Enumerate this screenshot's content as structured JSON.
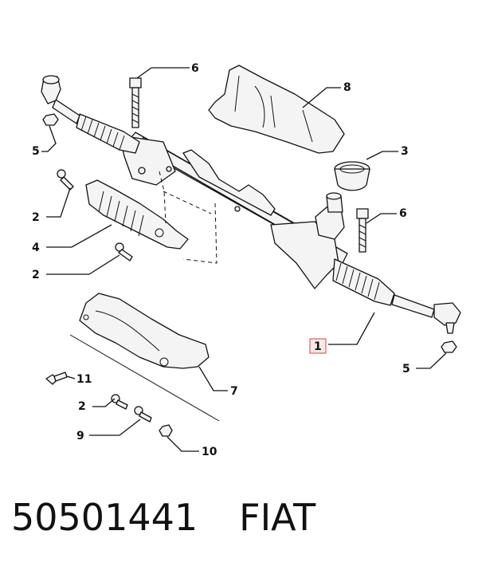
{
  "diagram": {
    "callouts": [
      {
        "id": "c6a",
        "label": "6"
      },
      {
        "id": "c8",
        "label": "8"
      },
      {
        "id": "c3",
        "label": "3"
      },
      {
        "id": "c6b",
        "label": "6"
      },
      {
        "id": "c5a",
        "label": "5"
      },
      {
        "id": "c2a",
        "label": "2"
      },
      {
        "id": "c4",
        "label": "4"
      },
      {
        "id": "c2b",
        "label": "2"
      },
      {
        "id": "c1",
        "label": "1"
      },
      {
        "id": "c5b",
        "label": "5"
      },
      {
        "id": "c7",
        "label": "7"
      },
      {
        "id": "c11",
        "label": "11"
      },
      {
        "id": "c2c",
        "label": "2"
      },
      {
        "id": "c9",
        "label": "9"
      },
      {
        "id": "c10",
        "label": "10"
      }
    ],
    "highlight_color": "#d14a4a"
  },
  "footer": {
    "part_number": "50501441",
    "brand": "FIAT"
  }
}
